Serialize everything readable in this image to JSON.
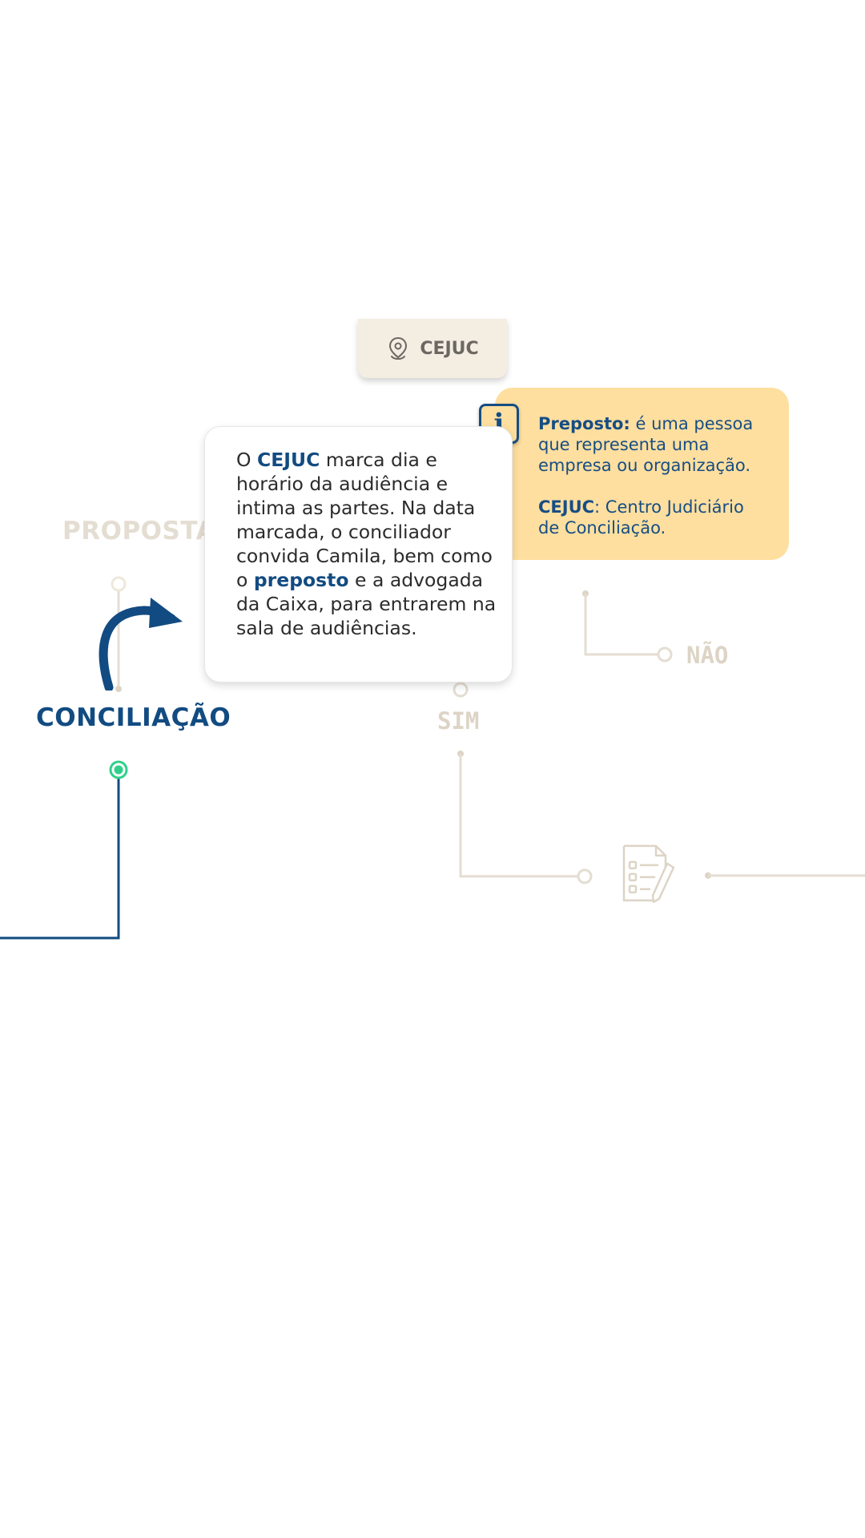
{
  "location": {
    "label": "CEJUC",
    "icon": "map-pin-icon"
  },
  "stages": {
    "proposta": "PROPOSTA",
    "conciliacao": "CONCILIAÇÃO"
  },
  "branches": {
    "sim": "SIM",
    "nao": "NÃO"
  },
  "description": {
    "t1": "O ",
    "cejuc": "CEJUC",
    "t2": " marca dia e horário da audiência e intima as partes. Na data marcada, o conciliador convida Camila, bem como o ",
    "preposto": "preposto",
    "t3": " e a advogada da Caixa, para entrarem na sala de audiências."
  },
  "info": {
    "icon": "info-icon",
    "glyph": "i",
    "term1": "Preposto:",
    "def1": " é uma pessoa que representa uma empresa ou organização.",
    "term2": "CEJUC",
    "def2": ": Centro Judiciário de Conciliação."
  },
  "colors": {
    "primary": "#124b81",
    "muted": "#e4ddd2",
    "active_node": "#2fd08a",
    "info_bg": "#fedf9f",
    "tab_bg": "#f4ede2"
  }
}
